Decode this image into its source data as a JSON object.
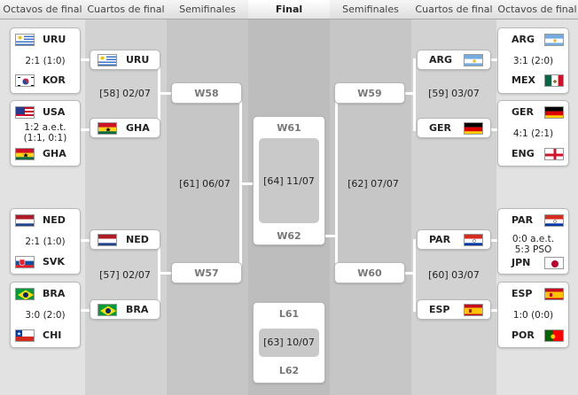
{
  "headers": {
    "r16_left": "Octavos de final",
    "qf_left": "Cuartos de final",
    "sf_left": "Semifinales",
    "final": "Final",
    "sf_right": "Semifinales",
    "qf_right": "Cuartos de final",
    "r16_right": "Octavos de final"
  },
  "r16": {
    "m1": {
      "team1": "URU",
      "team2": "KOR",
      "score": "2:1 (1:0)"
    },
    "m2": {
      "team1": "USA",
      "team2": "GHA",
      "score1": "1:2 a.e.t.",
      "score2": "(1:1, 0:1)"
    },
    "m3": {
      "team1": "NED",
      "team2": "SVK",
      "score": "2:1 (1:0)"
    },
    "m4": {
      "team1": "BRA",
      "team2": "CHI",
      "score": "3:0 (2:0)"
    },
    "m5": {
      "team1": "ARG",
      "team2": "MEX",
      "score": "3:1 (2:0)"
    },
    "m6": {
      "team1": "GER",
      "team2": "ENG",
      "score": "4:1 (2:1)"
    },
    "m7": {
      "team1": "PAR",
      "team2": "JPN",
      "score1": "0:0 a.e.t.",
      "score2": "5:3 PSO"
    },
    "m8": {
      "team1": "ESP",
      "team2": "POR",
      "score": "1:0 (0:0)"
    }
  },
  "qf": {
    "m1": {
      "team1": "URU",
      "team2": "GHA",
      "info": "[58] 02/07"
    },
    "m2": {
      "team1": "NED",
      "team2": "BRA",
      "info": "[57] 02/07"
    },
    "m3": {
      "team1": "ARG",
      "team2": "GER",
      "info": "[59] 03/07"
    },
    "m4": {
      "team1": "PAR",
      "team2": "ESP",
      "info": "[60] 03/07"
    }
  },
  "sf": {
    "left": {
      "top": "W58",
      "bottom": "W57",
      "info": "[61] 06/07"
    },
    "right": {
      "top": "W59",
      "bottom": "W60",
      "info": "[62] 07/07"
    }
  },
  "final": {
    "top": "W61",
    "bottom": "W62",
    "info": "[64] 11/07"
  },
  "third": {
    "top": "L61",
    "bottom": "L62",
    "info": "[63] 10/07"
  },
  "colors": {
    "background": "#d8d8d8",
    "card": "#ffffff",
    "line": "#ffffff"
  }
}
